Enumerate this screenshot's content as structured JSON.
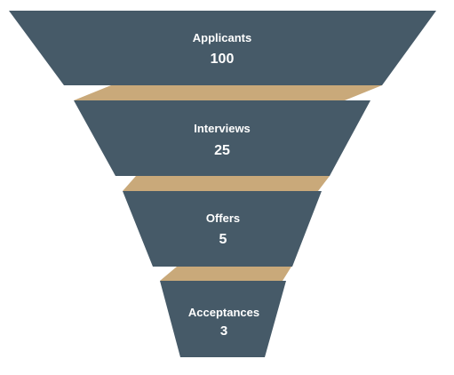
{
  "colors": {
    "stage_fill": "#465a68",
    "connector_fill": "#c9a97a",
    "text": "#ffffff",
    "background": "#ffffff"
  },
  "funnel": {
    "stages": [
      {
        "label": "Applicants",
        "value": "100"
      },
      {
        "label": "Interviews",
        "value": "25"
      },
      {
        "label": "Offers",
        "value": "5"
      },
      {
        "label": "Acceptances",
        "value": "3"
      }
    ]
  }
}
